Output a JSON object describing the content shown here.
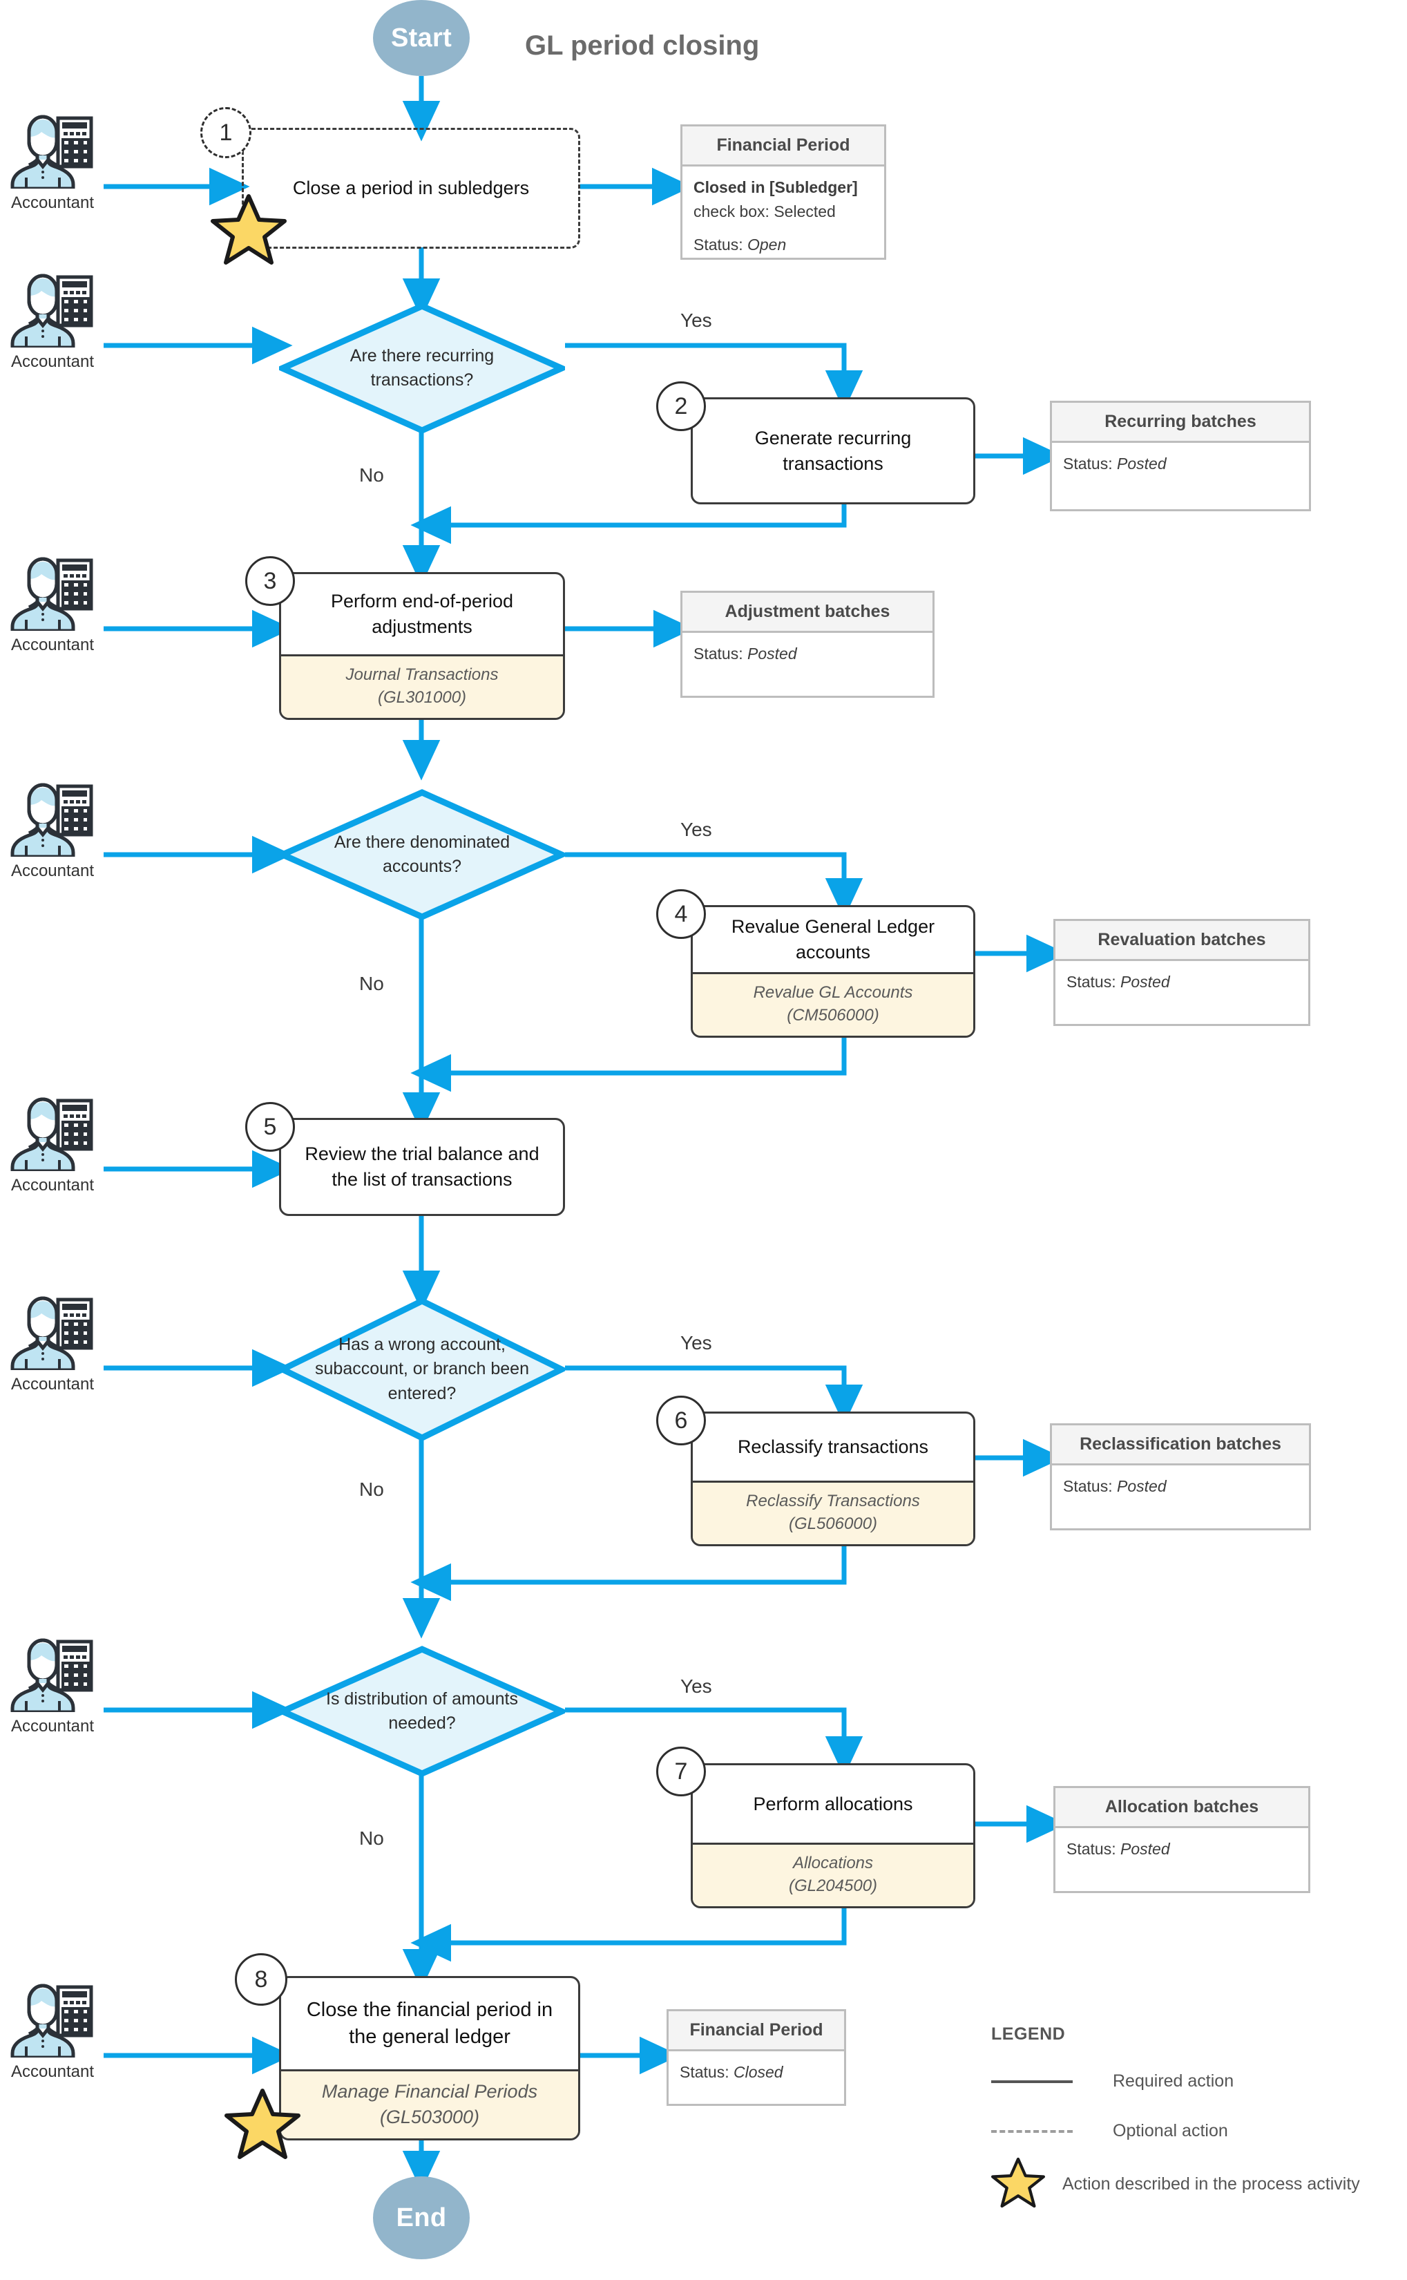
{
  "title": "GL period closing",
  "colors": {
    "flow_arrow": "#0aa3e8",
    "diamond_fill": "#e3f4fb",
    "diamond_stroke": "#0aa3e8",
    "terminator_fill": "#92b5cb",
    "screen_band": "#fdf5e0",
    "databox_border": "#bdbdbd",
    "databox_header": "#f4f4f4",
    "star_fill": "#fbd765",
    "process_border": "#3b3b3b"
  },
  "terminators": {
    "start": "Start",
    "end": "End"
  },
  "actor": {
    "label": "Accountant",
    "icon": "accountant-icon",
    "count": 8
  },
  "steps": [
    {
      "num": "1",
      "text": "Close a period in subledgers",
      "screen": null,
      "optional": true,
      "starred": true
    },
    {
      "num": "2",
      "text": "Generate recurring transactions",
      "screen": null,
      "optional": false,
      "starred": false
    },
    {
      "num": "3",
      "text": "Perform end-of-period adjustments",
      "screen_name": "Journal Transactions",
      "screen_code": "(GL301000)",
      "optional": false,
      "starred": false
    },
    {
      "num": "4",
      "text": "Revalue General Ledger accounts",
      "screen_name": "Revalue GL Accounts",
      "screen_code": "(CM506000)",
      "optional": false,
      "starred": false
    },
    {
      "num": "5",
      "text": "Review the trial balance and the list of transactions",
      "screen": null,
      "optional": false,
      "starred": false
    },
    {
      "num": "6",
      "text": "Reclassify transactions",
      "screen_name": "Reclassify Transactions",
      "screen_code": "(GL506000)",
      "optional": false,
      "starred": false
    },
    {
      "num": "7",
      "text": "Perform allocations",
      "screen_name": "Allocations",
      "screen_code": "(GL204500)",
      "optional": false,
      "starred": false
    },
    {
      "num": "8",
      "text": "Close the financial period in the general ledger",
      "screen_name": "Manage Financial Periods",
      "screen_code": "(GL503000)",
      "optional": false,
      "starred": true
    }
  ],
  "decisions": [
    {
      "id": "d1",
      "text": "Are there recurring transactions?",
      "yes": "Yes",
      "no": "No"
    },
    {
      "id": "d2",
      "text": "Are there denominated accounts?",
      "yes": "Yes",
      "no": "No"
    },
    {
      "id": "d3",
      "text": "Has a wrong account, subaccount, or branch been entered?",
      "yes": "Yes",
      "no": "No"
    },
    {
      "id": "d4",
      "text": "Is distribution of amounts needed?",
      "yes": "Yes",
      "no": "No"
    }
  ],
  "databoxes": [
    {
      "header": "Financial Period",
      "line1_bold": "Closed in [Subledger]",
      "line2": "check box: Selected",
      "status_label": "Status:",
      "status_value": "Open"
    },
    {
      "header": "Recurring batches",
      "status_label": "Status:",
      "status_value": "Posted"
    },
    {
      "header": "Adjustment batches",
      "status_label": "Status:",
      "status_value": "Posted"
    },
    {
      "header": "Revaluation batches",
      "status_label": "Status:",
      "status_value": "Posted"
    },
    {
      "header": "Reclassification batches",
      "status_label": "Status:",
      "status_value": "Posted"
    },
    {
      "header": "Allocation batches",
      "status_label": "Status:",
      "status_value": "Posted"
    },
    {
      "header": "Financial Period",
      "status_label": "Status:",
      "status_value": "Closed"
    }
  ],
  "legend": {
    "title": "LEGEND",
    "items": [
      {
        "marker": "solid-line",
        "label": "Required action"
      },
      {
        "marker": "dashed-line",
        "label": "Optional action"
      },
      {
        "marker": "star-icon",
        "label": "Action described in the process activity"
      }
    ]
  }
}
